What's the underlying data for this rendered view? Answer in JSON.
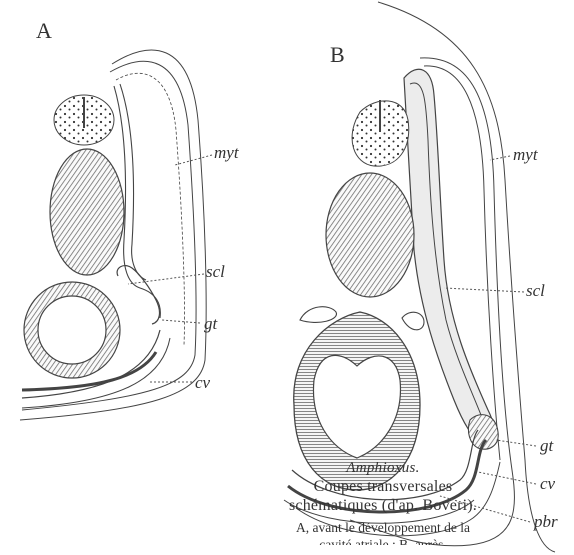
{
  "figure": {
    "panel_a": "A",
    "panel_b": "B",
    "labels_a": {
      "myt": "myt",
      "scl": "scl",
      "gt": "gt",
      "cv": "cv"
    },
    "labels_b": {
      "myt": "myt",
      "scl": "scl",
      "gt": "gt",
      "cv": "cv",
      "pbr": "pbr"
    }
  },
  "caption": {
    "genus": "Amphioxus.",
    "line1": "Coupes transversales",
    "line2": "schématiques (d'ap. Boveri).",
    "note": "A, avant le développement de la",
    "note_cut": "cavité atriale ; B, après."
  },
  "colors": {
    "ink": "#444444",
    "hatch": "#777777",
    "background": "#ffffff"
  }
}
